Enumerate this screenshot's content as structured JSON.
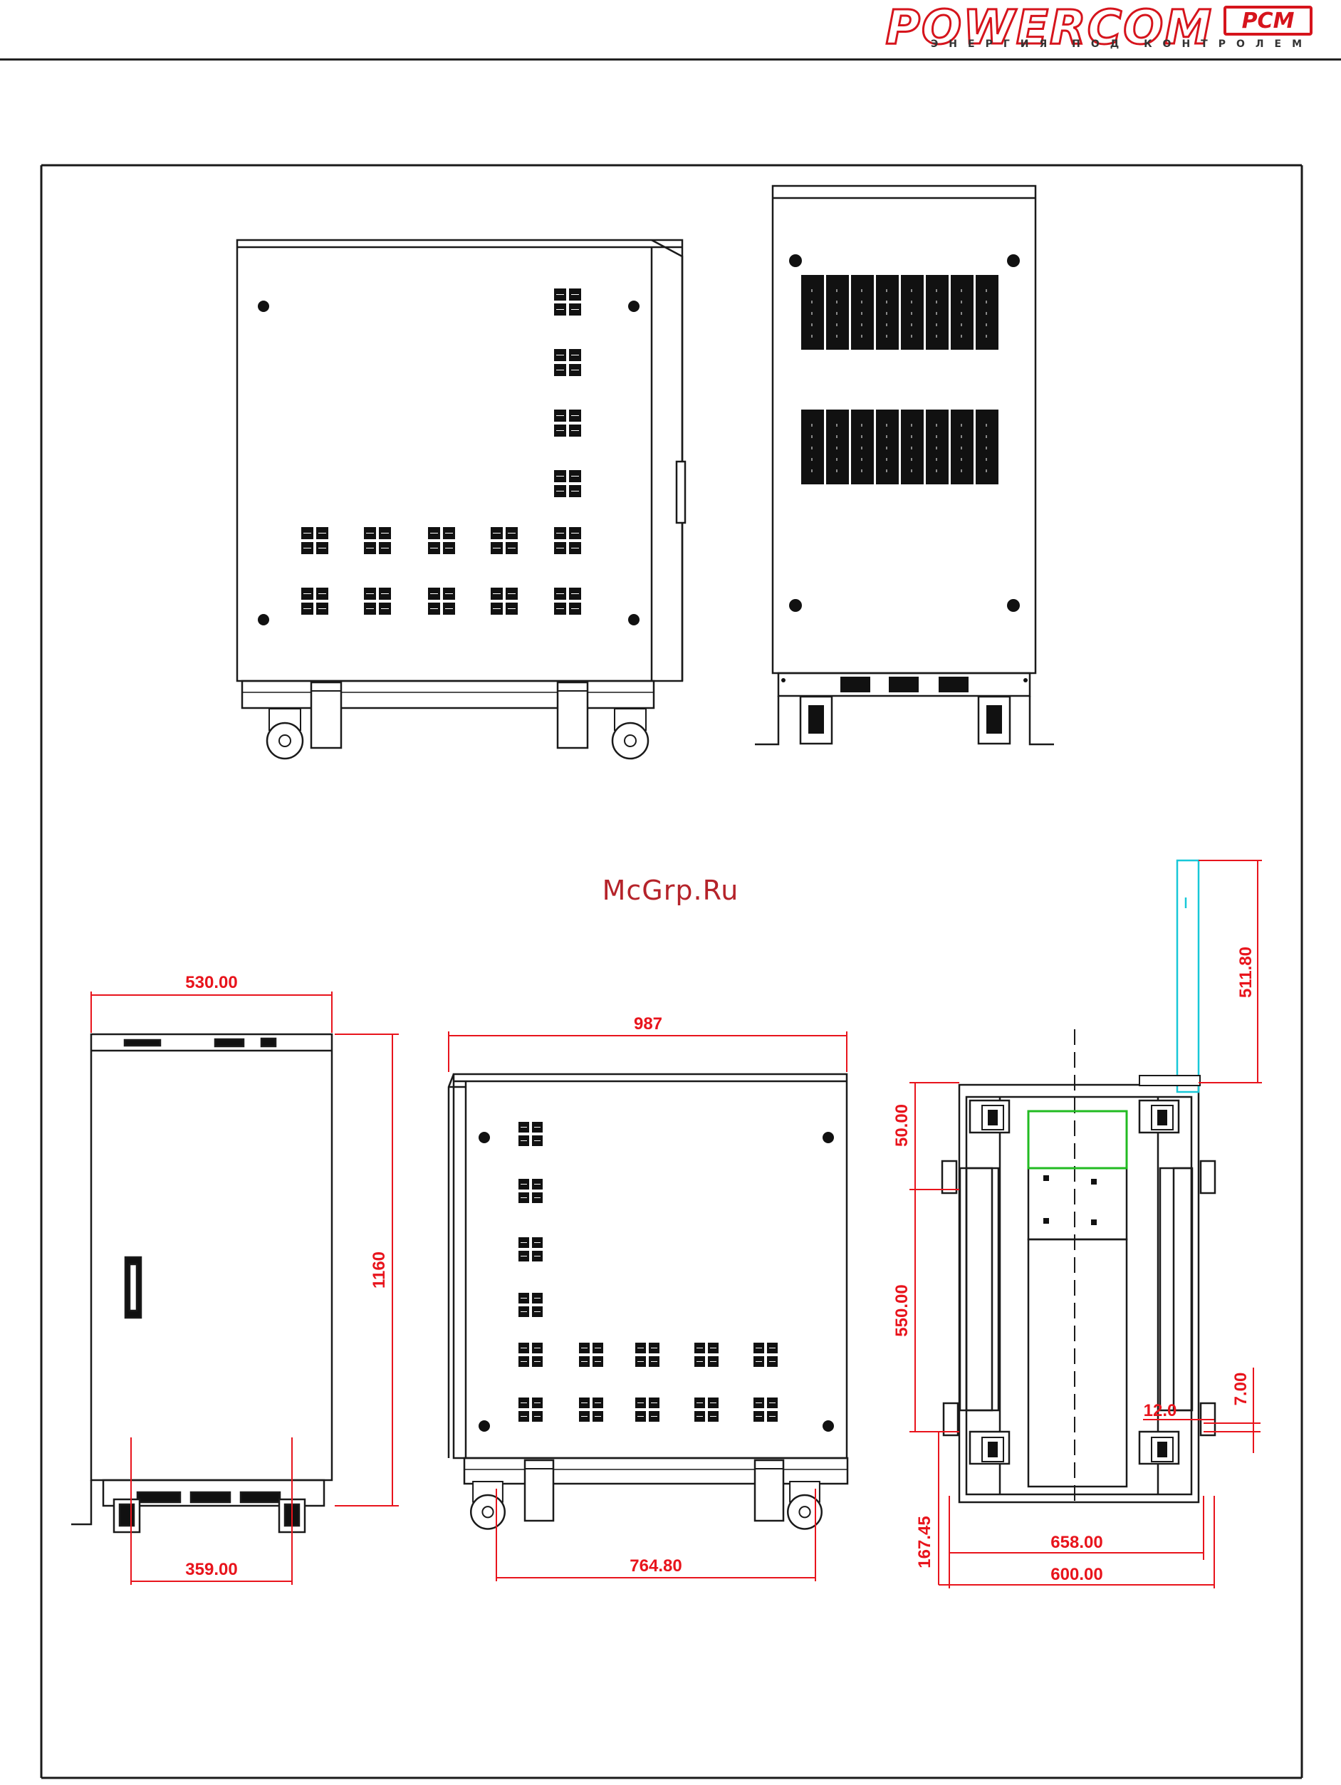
{
  "header": {
    "logo_text": "POWERCOM",
    "logo_badge": "PCM",
    "tagline": "ЭНЕРГИЯ ПОД КОНТРОЛЕМ"
  },
  "watermark": "McGrp.Ru",
  "dimensions": {
    "front_width": "530.00",
    "front_height": "1160",
    "front_wheel_spacing": "359.00",
    "side_depth": "987",
    "side_wheel_spacing": "764.80",
    "handle_height": "511.80",
    "base_top_offset": "50.00",
    "base_span": "550.00",
    "base_bottom_offset": "167.45",
    "base_inner_width": "658.00",
    "base_outer_width": "600.00",
    "bracket_width": "12.0",
    "bracket_gap": "7.00"
  },
  "colors": {
    "line": "#1a1a1a",
    "dimension": "#e8141c",
    "handle": "#18c8d8",
    "cutout": "#22bb22",
    "fill_dark": "#111111"
  }
}
